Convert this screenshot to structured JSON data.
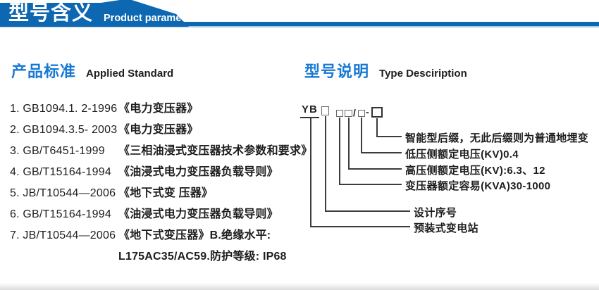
{
  "header": {
    "title_cn": "型号含义",
    "title_en": "Product parameters"
  },
  "applied_standard": {
    "title_cn": "产品标准",
    "title_en": "Applied Standard",
    "items": [
      {
        "code": "1. GB1094.1. 2-1996",
        "title": "《电力变压器》"
      },
      {
        "code": "2. GB1094.3.5- 2003",
        "title": "《电力变压器》"
      },
      {
        "code": "3. GB/T6451-1999",
        "title": "《三相油浸式变压器技术参数和要求》"
      },
      {
        "code": "4. GB/T15164-1994",
        "title": "《油浸式电力变压器负载导则》"
      },
      {
        "code": "5. JB/T10544—2006",
        "title": "《地下式变 压器》"
      },
      {
        "code": "6. GB/T15164-1994",
        "title": "《油浸式电力变压器负载导则》"
      },
      {
        "code": "7. JB/T10544—2006",
        "title": "《地下式变压器》B.绝缘水平:"
      },
      {
        "code": "",
        "title": "L175AC35/AC59.防护等级: IP68"
      }
    ]
  },
  "type_description": {
    "title_cn": "型号说明",
    "title_en": "Type Desciription",
    "model_prefix": "YB",
    "separator_slash": "/",
    "separator_dash": "-",
    "labels": [
      "智能型后缀，无此后缀则为普通地埋变",
      "低压侧额定电压(KV)0.4",
      "高压侧额定电压(KV):6.3、12",
      "变压器额定容易(KVA)30-1000",
      "设计序号",
      "预装式变电站"
    ]
  },
  "colors": {
    "banner_blue": "#0e67b1",
    "accent_blue": "#1879d3",
    "underline_blue": "#a9c9e8",
    "text": "#1d1d1d"
  }
}
